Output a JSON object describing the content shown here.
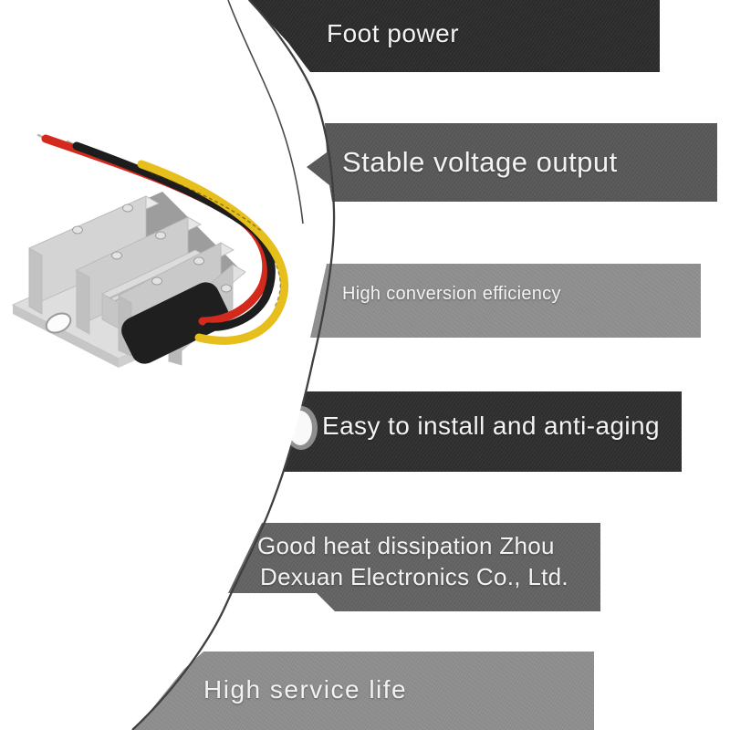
{
  "page": {
    "background": "#ffffff",
    "arc_color": "#3f3f3f"
  },
  "banners": [
    {
      "label": "Foot power",
      "color": "#2b2b2b"
    },
    {
      "label": "Stable voltage output",
      "color": "#575757"
    },
    {
      "label": "High conversion efficiency",
      "color": "#8e8e8e"
    },
    {
      "label": "Easy to install and anti-aging",
      "color": "#2e2e2e"
    },
    {
      "label": "Good heat dissipation Zhou Dexuan Electronics Co., Ltd.",
      "line1": "Good heat dissipation Zhou",
      "line2": "Dexuan Electronics Co., Ltd.",
      "color": "#626262"
    },
    {
      "label": "High service life",
      "color": "#8d8d8d"
    }
  ],
  "product": {
    "description": "silver finned DC voltage converter module with red, black and yellow wires",
    "body_color": "#dedede",
    "boot_color": "#1f1f1f",
    "wire_colors": [
      "#d42a1e",
      "#1d1d1d",
      "#e6bf1c"
    ]
  }
}
